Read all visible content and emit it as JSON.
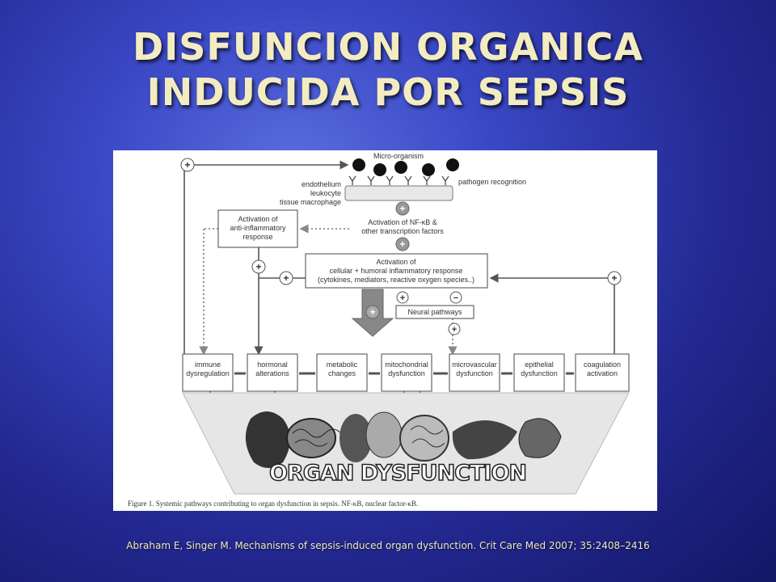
{
  "title": {
    "line1": "DISFUNCION ORGANICA",
    "line2": "INDUCIDA POR SEPSIS"
  },
  "figure": {
    "micro_organism": "Micro-organism",
    "cells": [
      "endothelium",
      "leukocyte",
      "tissue macrophage"
    ],
    "pathogen_recognition": "pathogen recognition",
    "transcription": [
      "Activation of NF-κB &",
      "other transcription factors"
    ],
    "anti_inflammatory": [
      "Activation of",
      "anti-inflammatory",
      "response"
    ],
    "inflammatory": [
      "Activation of",
      "cellular + humoral inflammatory response",
      "(cytokines, mediators, reactive oxygen species..)"
    ],
    "neural_pathways": "Neural pathways",
    "dysfunctions": [
      [
        "immune",
        "dysregulation"
      ],
      [
        "hormonal",
        "alterations"
      ],
      [
        "metabolic",
        "changes"
      ],
      [
        "mitochondrial",
        "dysfunction"
      ],
      [
        "microvascular",
        "dysfunction"
      ],
      [
        "epithelial",
        "dysfunction"
      ],
      [
        "coagulation",
        "activation"
      ]
    ],
    "organ_dysfunction": "ORGAN DYSFUNCTION",
    "caption": "Figure 1. Systemic pathways contributing to organ dysfunction in sepsis. NF-κB, nuclear factor-κB.",
    "plus_symbol": "+",
    "minus_symbol": "−"
  },
  "citation": "Abraham E, Singer M. Mechanisms of sepsis-induced organ dysfunction. Crit Care Med 2007; 35:2408–2416"
}
